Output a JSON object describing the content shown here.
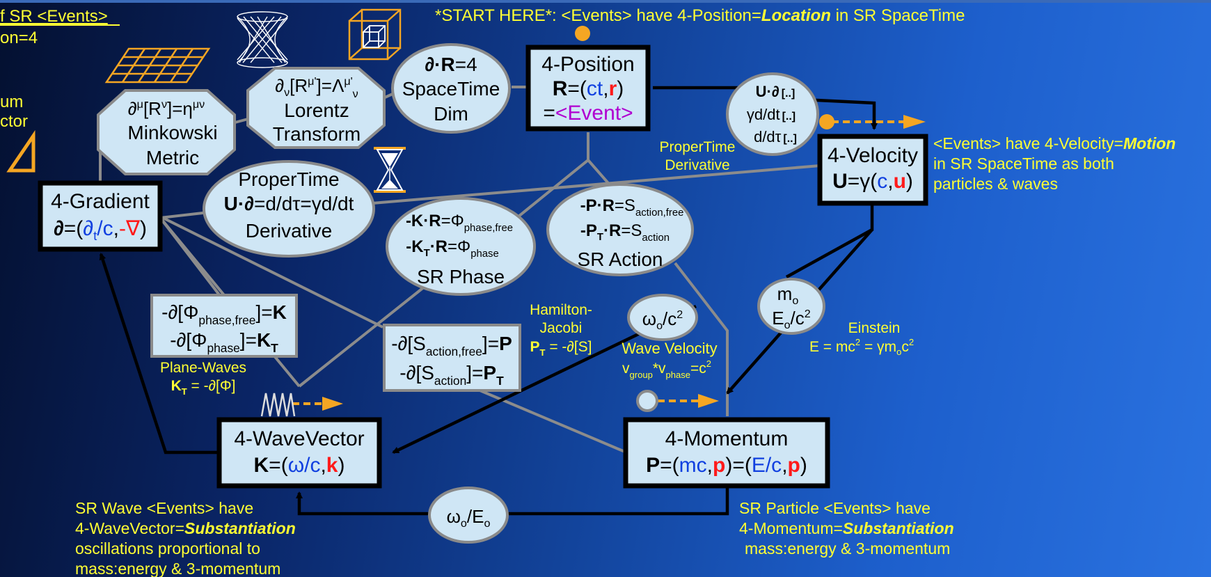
{
  "header": {
    "start_prefix": "*START HERE*: <Events> have 4-Position=",
    "start_keyword": "Location",
    "start_suffix": " in SR SpaceTime",
    "topleft_line1": "f SR <Events>",
    "topleft_line2": "on=4",
    "left_line1": "um",
    "left_line2": "ctor"
  },
  "nodes": {
    "position": {
      "title": "4-Position",
      "sym": "R",
      "eq": "=(",
      "c1": "ct",
      "comma": ",",
      "c2": "r",
      "close": ")",
      "line3_eq": "=",
      "line3": "<Event>"
    },
    "velocity": {
      "title": "4-Velocity",
      "sym": "U",
      "eq": "=γ(",
      "c1": "c",
      "comma": ",",
      "c2": "u",
      "close": ")"
    },
    "gradient": {
      "title": "4-Gradient",
      "sym": "∂",
      "eq": "=(",
      "c1a": "∂",
      "c1sub": "t",
      "c1b": "/c",
      "comma": ",",
      "c2": "-∇",
      "close": ")"
    },
    "wavevector": {
      "title": "4-WaveVector",
      "sym": "K",
      "eq": "=(",
      "c1": "ω/c",
      "comma": ",",
      "c2": "k",
      "close": ")"
    },
    "momentum": {
      "title": "4-Momentum",
      "sym": "P",
      "eq": "=(",
      "c1": "mc",
      "comma1": ",",
      "c2": "p",
      "mid": ")=(",
      "c3": "E/c",
      "comma2": ",",
      "c4": "p",
      "close": ")"
    }
  },
  "ovals": {
    "dim": {
      "l1a": "∂·R",
      "l1b": "=4",
      "l2": "SpaceTime",
      "l3": "Dim"
    },
    "udt": {
      "r1a": "U·∂",
      "r1b": "[..]",
      "r2a": "γd/dt",
      "r2b": "[..]",
      "r3a": "d/dτ",
      "r3b": "[..]"
    },
    "propertime": {
      "l1": "ProperTime",
      "l2a": "U·∂",
      "l2b": "=d/dτ=γd/dt",
      "l3": "Derivative"
    },
    "phase": {
      "l1a": "-K·R",
      "l1b": "=Φ",
      "l1sub": "phase,free",
      "l2a": "-K",
      "l2sub": "T",
      "l2b": "·R",
      "l2c": "=Φ",
      "l2sub2": "phase",
      "l3": "SR Phase"
    },
    "action": {
      "l1a": "-P·R",
      "l1b": "=S",
      "l1sub": "action,free",
      "l2a": "-P",
      "l2sub": "T",
      "l2b": "·R",
      "l2c": "=S",
      "l2sub2": "action",
      "l3": "SR Action"
    },
    "omega_c2": {
      "a": "ω",
      "sub": "o",
      "b": "/c",
      "sup": "2"
    },
    "mass": {
      "l1": "m",
      "l1sub": "o",
      "l2": "E",
      "l2sub": "o",
      "l2b": "/c",
      "l2sup": "2"
    },
    "omega_e": {
      "a": "ω",
      "sub": "o",
      "b": "/E",
      "sub2": "o"
    }
  },
  "octagons": {
    "minkowski": {
      "l1a": "∂",
      "l1sup": "μ",
      "l1b": "[R",
      "l1sup2": "ν",
      "l1c": "]=η",
      "l1sup3": "μν",
      "l2": "Minkowski",
      "l3": "Metric"
    },
    "lorentz": {
      "l1a": "∂",
      "l1sub": "ν",
      "l1b": "[R",
      "l1sup": "μ'",
      "l1c": "]=Λ",
      "l1sup2": "μ'",
      "l1sub2": "ν",
      "l2": "Lorentz",
      "l3": "Transform"
    }
  },
  "rects": {
    "wavegrad": {
      "l1a": "-∂[Φ",
      "l1sub": "phase,free",
      "l1b": "]=",
      "l1c": "K",
      "l2a": "-∂[Φ",
      "l2sub": "phase",
      "l2b": "]=",
      "l2c": "K",
      "l2sub2": "T"
    },
    "momgrad": {
      "l1a": "-∂[S",
      "l1sub": "action,free",
      "l1b": "]=",
      "l1c": "P",
      "l2a": "-∂[S",
      "l2sub": "action",
      "l2b": "]=",
      "l2c": "P",
      "l2sub2": "T"
    }
  },
  "labels": {
    "propertime_deriv_1": "ProperTime",
    "propertime_deriv_2": "Derivative",
    "velocity_desc_1a": "<Events> have 4-Velocity=",
    "velocity_desc_1b": "Motion",
    "velocity_desc_2": "in SR SpaceTime as both",
    "velocity_desc_3": "particles & waves",
    "hamilton_1": "Hamilton-",
    "hamilton_2": "Jacobi",
    "hamilton_3a": "P",
    "hamilton_3sub": "T",
    "hamilton_3b": " = -∂[S]",
    "wavevel_1": "Wave Velocity",
    "wavevel_2a": "v",
    "wavevel_2sub": "group",
    "wavevel_2b": "*v",
    "wavevel_2sub2": "phase",
    "wavevel_2c": "=c",
    "wavevel_2sup": "2",
    "einstein_1": "Einstein",
    "einstein_2a": "E = mc",
    "einstein_2sup": "2",
    "einstein_2b": " = γm",
    "einstein_2sub": "o",
    "einstein_2c": "c",
    "einstein_2sup2": "2",
    "planewaves_1": "Plane-Waves",
    "planewaves_2a": "K",
    "planewaves_2sub": "T",
    "planewaves_2b": " = -∂[Φ]",
    "wave_desc_1": "SR Wave <Events> have",
    "wave_desc_2a": "4-WaveVector=",
    "wave_desc_2b": "Substantiation",
    "wave_desc_3": "oscillations proportional to",
    "wave_desc_4": "mass:energy & 3-momentum",
    "particle_desc_1": "SR Particle <Events> have",
    "particle_desc_2a": "4-Momentum=",
    "particle_desc_2b": "Substantiation",
    "particle_desc_3": "mass:energy & 3-momentum"
  },
  "icons": [
    "grid-icon",
    "hyperboloid-icon",
    "cube-icon",
    "hourglass-icon",
    "triangle-icon",
    "wave-icon",
    "dot-icon",
    "ring-icon"
  ],
  "colors": {
    "box_fill": "#cfe6f5",
    "label_yellow": "#ffff33",
    "orange": "#f5a623",
    "blue": "#1040e0",
    "red": "#ff1a1a",
    "purple": "#b000d0"
  }
}
